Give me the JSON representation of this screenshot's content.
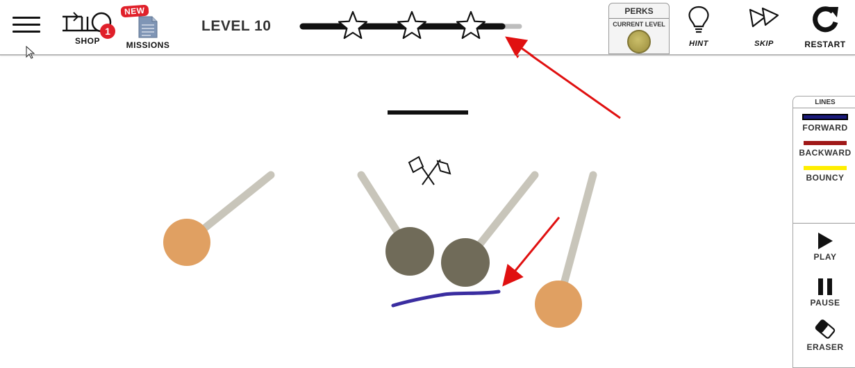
{
  "topbar": {
    "shop_label": "SHOP",
    "shop_badge": "1",
    "missions_new": "NEW",
    "missions_label": "MISSIONS",
    "level_title": "LEVEL 10",
    "progress": {
      "stars": 3,
      "fill_fraction": 0.92
    },
    "perks_title": "PERKS",
    "perks_sub": "CURRENT LEVEL",
    "hint_label": "HINT",
    "skip_label": "SKIP",
    "restart_label": "RESTART"
  },
  "lines_panel": {
    "title": "LINES",
    "options": [
      {
        "label": "FORWARD",
        "color": "#1a1a7a"
      },
      {
        "label": "BACKWARD",
        "color": "#a01818"
      },
      {
        "label": "BOUNCY",
        "color": "#ffee00"
      }
    ],
    "controls": {
      "play_label": "PLAY",
      "pause_label": "PAUSE",
      "eraser_label": "ERASER"
    }
  },
  "colors": {
    "orange_ball": "#e0a062",
    "gray_ball": "#706b59",
    "stick": "#c8c5ba",
    "drawn_line": "#3a2da0",
    "arrow": "#e01010"
  }
}
